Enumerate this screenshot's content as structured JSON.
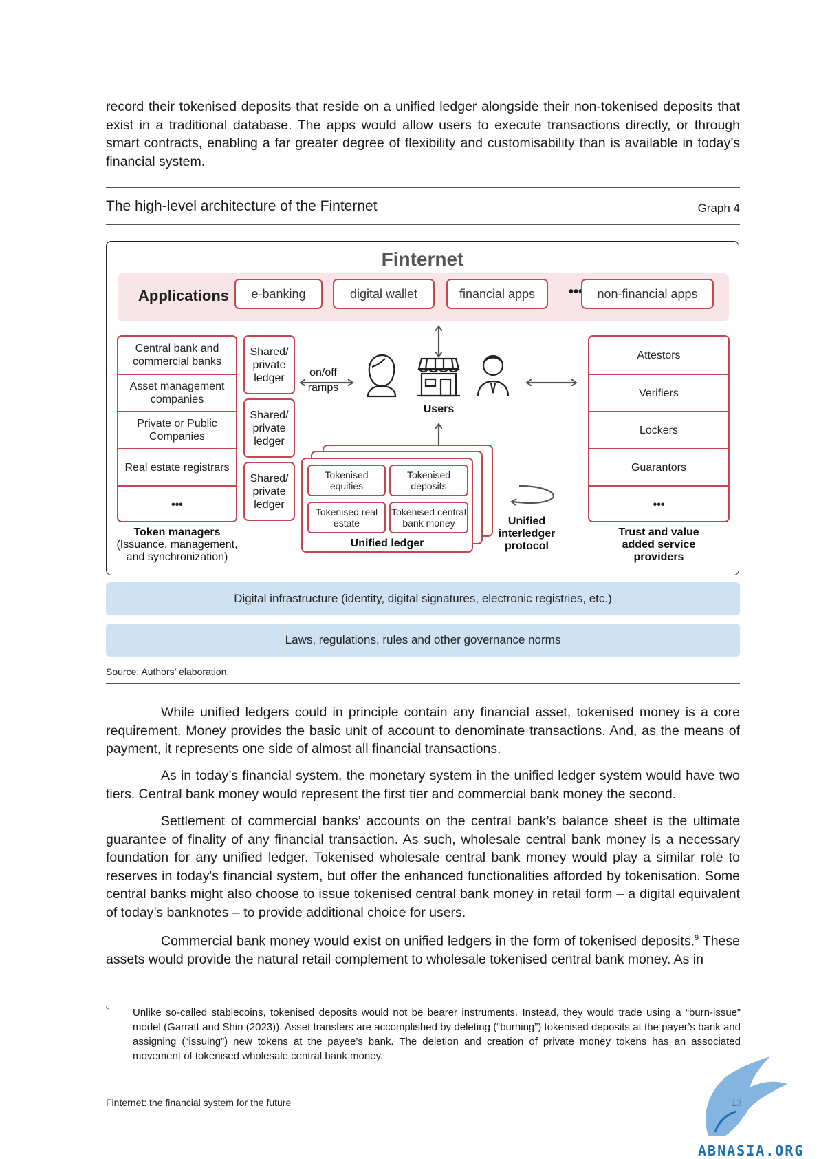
{
  "intro_paragraph": "record their tokenised deposits that reside on a unified ledger alongside their non-tokenised deposits that exist in a traditional database. The apps would allow users to execute transactions directly, or through smart contracts, enabling a far greater degree of flexibility and customisability than is available in today’s financial system.",
  "graph": {
    "title": "The high-level architecture of the Finternet",
    "number": "Graph 4",
    "figure_title": "Finternet",
    "applications": {
      "label": "Applications",
      "items": [
        "e-banking",
        "digital wallet",
        "financial apps",
        "non-financial apps"
      ],
      "ellipsis": "•••"
    },
    "token_managers": {
      "items": [
        "Central bank and commercial banks",
        "Asset management companies",
        "Private or Public Companies",
        "Real estate registrars",
        "•••"
      ],
      "caption_title": "Token managers",
      "caption_sub": "(Issuance, management, and synchronization)"
    },
    "shared_ledgers": [
      "Shared/ private ledger",
      "Shared/ private ledger",
      "Shared/ private ledger"
    ],
    "ramps_label": "on/off ramps",
    "users_label": "Users",
    "unified_ledger": {
      "cells": [
        "Tokenised equities",
        "Tokenised deposits",
        "Tokenised real estate",
        "Tokenised central bank money"
      ],
      "label": "Unified ledger"
    },
    "protocol_label": "Unified interledger protocol",
    "trust_providers": {
      "items": [
        "Attestors",
        "Verifiers",
        "Lockers",
        "Guarantors",
        "•••"
      ],
      "caption": "Trust and value added service providers"
    },
    "infrastructure": "Digital infrastructure  (identity, digital signatures, electronic registries, etc.)",
    "governance": "Laws, regulations, rules and other governance norms",
    "source": "Source: Authors’ elaboration."
  },
  "body_paragraphs": [
    "While unified ledgers could in principle contain any financial asset, tokenised money is a core requirement. Money provides the basic unit of account to denominate transactions. And, as the means of payment, it represents one side of almost all financial transactions.",
    "As in today’s financial system, the monetary system in the unified ledger system would have two tiers. Central bank money would represent the first tier and commercial bank money the second.",
    "Settlement of commercial banks’ accounts on the central bank’s balance sheet is the ultimate guarantee of finality of any financial transaction. As such, wholesale central bank money is a necessary foundation for any unified ledger. Tokenised wholesale central bank money would play a similar role to reserves in today's financial system, but offer the enhanced functionalities afforded by tokenisation. Some central banks might also choose to issue tokenised central bank money in retail form – a digital equivalent of today’s banknotes – to provide additional choice for users.",
    "Commercial bank money would exist on unified ledgers in the form of tokenised deposits.",
    "These assets would provide the natural retail complement to wholesale tokenised central bank money. As in"
  ],
  "footnote_ref": "9",
  "footnote": {
    "number": "9",
    "text": "Unlike so-called stablecoins, tokenised deposits would not be bearer instruments. Instead, they would trade using a “burn-issue” model (Garratt and Shin (2023)). Asset transfers are accomplished by deleting (“burning”) tokenised deposits at the payer’s bank and assigning (“issuing”) new tokens at the payee’s bank. The deletion and creation of private money tokens has an associated movement of tokenised wholesale central bank money."
  },
  "footer": {
    "title": "Finternet: the financial system for the future",
    "page": "13"
  },
  "watermark": "ABNASIA.ORG",
  "colors": {
    "accent_red": "#c2474f",
    "apps_band": "#f9e4e8",
    "infra_band": "#cfe2f3"
  }
}
